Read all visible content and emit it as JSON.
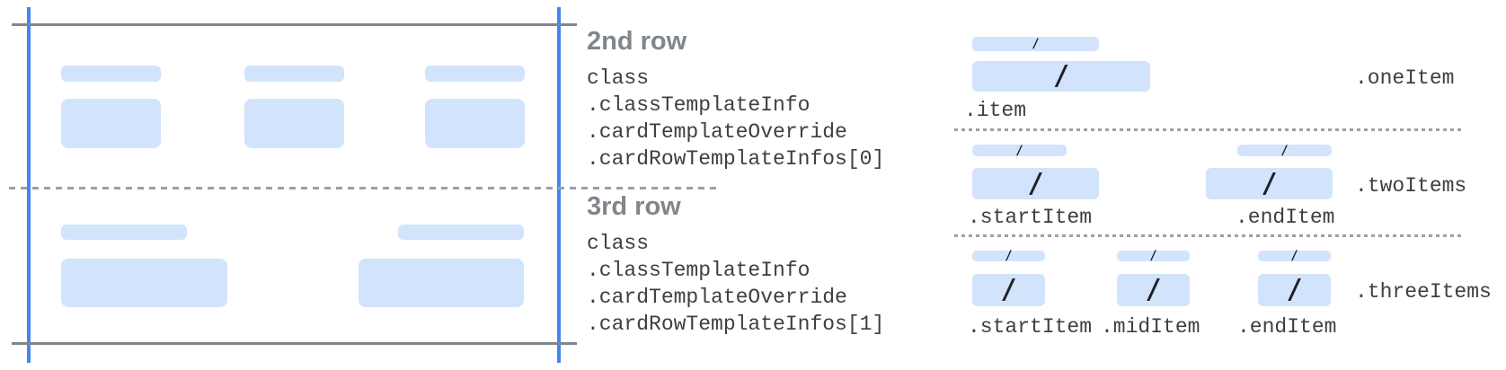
{
  "glyphs": {
    "slash": "/"
  },
  "colors": {
    "bar_fill": "#d2e3fc",
    "card_edge_line": "#4285f4",
    "card_frame_line": "#80868b",
    "divider_line": "#9aa0a6",
    "heading_text": "#80868b",
    "code_text": "#3c4043",
    "slash_text": "#202124"
  },
  "annotations": [
    {
      "heading": "2nd row",
      "code": [
        "class",
        ".classTemplateInfo",
        ".cardTemplateOverride",
        ".cardRowTemplateInfos[0]"
      ]
    },
    {
      "heading": "3rd row",
      "code": [
        "class",
        ".classTemplateInfo",
        ".cardTemplateOverride",
        ".cardRowTemplateInfos[1]"
      ]
    }
  ],
  "layouts": [
    {
      "name": ".oneItem",
      "items": [
        ".item"
      ]
    },
    {
      "name": ".twoItems",
      "items": [
        ".startItem",
        ".endItem"
      ]
    },
    {
      "name": ".threeItems",
      "items": [
        ".startItem",
        ".midItem",
        ".endItem"
      ]
    }
  ]
}
